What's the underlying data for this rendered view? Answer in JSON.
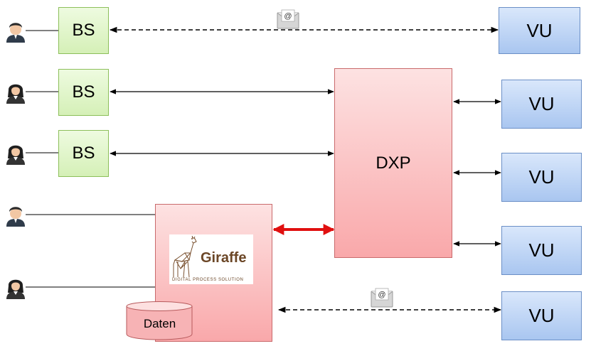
{
  "bs_boxes": [
    {
      "label": "BS"
    },
    {
      "label": "BS"
    },
    {
      "label": "BS"
    }
  ],
  "vu_boxes": [
    {
      "label": "VU"
    },
    {
      "label": "VU"
    },
    {
      "label": "VU"
    },
    {
      "label": "VU"
    },
    {
      "label": "VU"
    }
  ],
  "dxp": {
    "label": "DXP"
  },
  "giraffe": {
    "logo_text": "Giraffe",
    "logo_subtitle": "DIGITAL PROCESS SOLUTION",
    "database_label": "Daten"
  },
  "icons": {
    "person": "user-avatar-icon",
    "email": "email-envelope-icon",
    "email_symbol": "@"
  },
  "colors": {
    "bs_fill": "#d5f0b7",
    "vu_fill": "#a9c6f0",
    "dxp_fill": "#f9a8aa",
    "highlight_arrow": "#e01010",
    "connector": "#000000"
  }
}
